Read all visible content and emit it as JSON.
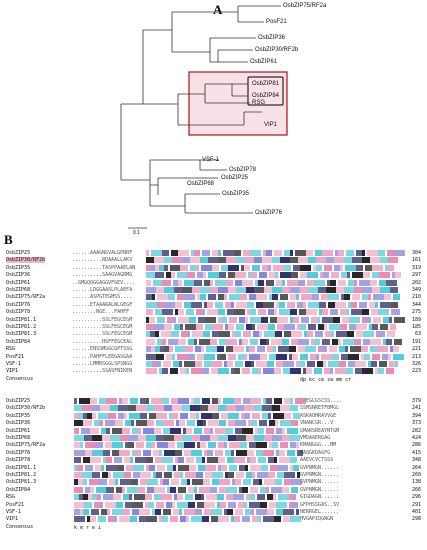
{
  "panel_a": {
    "label": "A",
    "leaves": [
      "OsbZIP75/RF2a",
      "PosF21",
      "OsbZIP36",
      "OsbZIP30/RF2b",
      "OsbZIP61",
      "OsbZIP81",
      "OsbZIP84",
      "RSG",
      "VIP1",
      "VSF-1",
      "OsbZIP25",
      "OsbZIP78",
      "OsbZIP68",
      "OsbZIP35",
      "OsbZIP76"
    ],
    "scale": "0.1",
    "colors": {
      "box": "#b22222",
      "highlight": "#f6c9d4",
      "inner_box": "#000000"
    }
  },
  "panel_b": {
    "label": "B",
    "block1": {
      "names": [
        "OsbZIP25",
        "OsbZIP30/RF2b",
        "OsbZIP35",
        "OsbZIP36",
        "OsbZIP61",
        "OsbZIP68",
        "OsbZIP75/RF2a",
        "OsbZIP76",
        "OsbZIP78",
        "OsbZIP81.1",
        "OsbZIP81.2",
        "OsbZIP81.3",
        "OsbZIP84",
        "RSG",
        "PosF21",
        "VSF-1",
        "VIP1",
        "Consensus"
      ],
      "numbers": [
        "304",
        "161",
        "319",
        "297",
        "202",
        "349",
        "210",
        "344",
        "275",
        "189",
        "185",
        "63",
        "191",
        "221",
        "213",
        "326",
        "223",
        ""
      ],
      "prefixes": [
        "......AAAGNGVALGPNRF",
        "..........RDAAALLAKV",
        "..........TASPPAAELAN",
        "..........SAAGVAGRMG",
        "..GMGQQGGAGGVFGEV....",
        "......LDGGAASLPLAEFA",
        "......ASPGTEGMSS....",
        "......ETAAARALNLGEGF",
        "........NGE...FAHFF",
        "..........SSLFEGCEGM",
        "..........SSLFEGCEGM",
        "..........SSLFEGCEGM",
        "..........HSFFEGCEAL",
        "......ENSSMGGCGPTSSG",
        "......PAHFFLEEGASGAA",
        "......LMMRSGGLSPSNGG",
        "..........SSASFNIKEN",
        ""
      ],
      "consensus_marks": "dp  kc  ce  sa  mm  cr"
    },
    "block2": {
      "names": [
        "OsbZIP25",
        "OsbZIP30/RF2b",
        "OsbZIP35",
        "OsbZIP36",
        "OsbZIP61",
        "OsbZIP68",
        "OsbZIP75/RF2a",
        "OsbZIP76",
        "OsbZIP78",
        "OsbZIP81.1",
        "OsbZIP81.2",
        "OsbZIP81.3",
        "OsbZIP84",
        "RSG",
        "PosF21",
        "VSF-1",
        "VIP1",
        "Consensus"
      ],
      "numbers": [
        "379",
        "241",
        "394",
        "373",
        "282",
        "424",
        "286",
        "415",
        "348",
        "264",
        "260",
        "138",
        "266",
        "296",
        "291",
        "401",
        "298",
        ""
      ],
      "suffixes": [
        "LAEGLGSCSS....",
        "SSMSNRETFBMGL",
        "ASKAQHRAVVGE",
        "VNANCGR...V",
        "GMARSREAYNTGM",
        "VMDAAERGAG",
        "KMANGGG...MM",
        "MAQGKDAGFG",
        "AAEVCVCTSSS",
        "GVPNMGN......",
        "GVPNMGN......",
        "GVPNMGN......",
        "GVPNMGN......",
        "GIGDAGN......",
        "GFPHSSGAS..SV",
        "HERRGEL......",
        "HVGAPIQGNGN",
        ""
      ],
      "consensus_marks": "k   e   r   e    i"
    },
    "colors": {
      "pink": "#f0a5c0",
      "cyan": "#40c8d8",
      "navy": "#1c1c5c",
      "black": "#111111",
      "highlight_row": "#f4b6c6"
    }
  }
}
